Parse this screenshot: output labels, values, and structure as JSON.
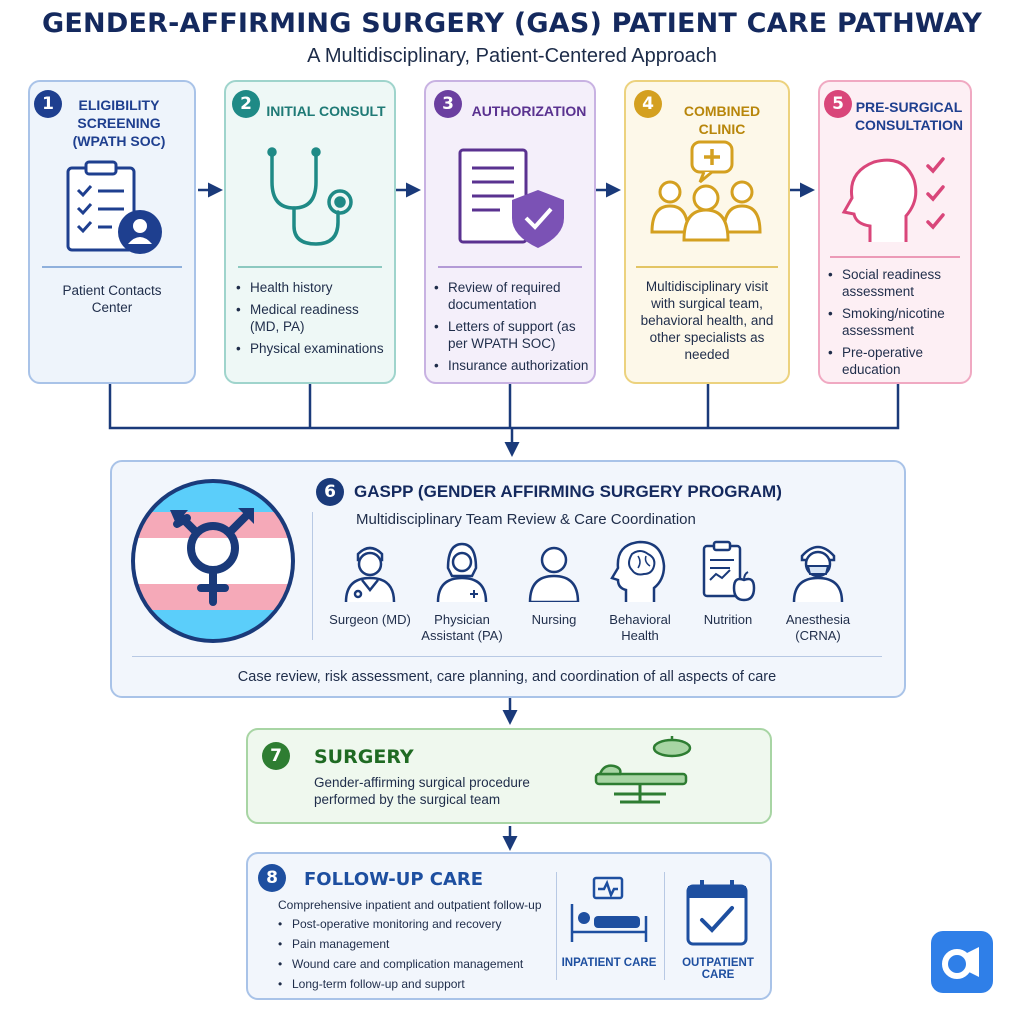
{
  "header": {
    "title": "GENDER-AFFIRMING SURGERY (GAS) PATIENT CARE PATHWAY",
    "subtitle": "A Multidisciplinary, Patient-Centered Approach"
  },
  "steps": [
    {
      "number": "1",
      "title": "ELIGIBILITY SCREENING (WPATH SOC)",
      "text": "Patient Contacts Center",
      "color": "#1e3f8f",
      "icon": "clipboard-checklist-icon"
    },
    {
      "number": "2",
      "title": "INITIAL CONSULT",
      "bullets": [
        "Health history",
        "Medical readiness (MD, PA)",
        "Physical examinations"
      ],
      "color": "#1f8a86",
      "icon": "stethoscope-icon"
    },
    {
      "number": "3",
      "title": "AUTHORIZATION",
      "bullets": [
        "Review of required documentation",
        "Letters of support (as per WPATH SOC)",
        "Insurance authorization"
      ],
      "color": "#6b3fa0",
      "icon": "document-shield-icon"
    },
    {
      "number": "4",
      "title": "COMBINED CLINIC",
      "text": "Multidisciplinary visit with surgical team, behavioral health, and other specialists as needed",
      "color": "#d4a020",
      "icon": "team-medical-icon"
    },
    {
      "number": "5",
      "title": "PRE-SURGICAL CONSULTATION",
      "bullets": [
        "Social readiness assessment",
        "Smoking/nicotine assessment",
        "Pre-operative education"
      ],
      "color": "#d9467a",
      "icon": "head-checklist-icon"
    }
  ],
  "gaspp": {
    "number": "6",
    "title": "GASPP (GENDER AFFIRMING SURGERY PROGRAM)",
    "subtitle": "Multidisciplinary Team Review & Care Coordination",
    "team": [
      {
        "label": "Surgeon (MD)",
        "icon": "surgeon-icon"
      },
      {
        "label": "Physician Assistant (PA)",
        "icon": "physician-assistant-icon"
      },
      {
        "label": "Nursing",
        "icon": "nurse-icon"
      },
      {
        "label": "Behavioral Health",
        "icon": "brain-head-icon"
      },
      {
        "label": "Nutrition",
        "icon": "nutrition-clipboard-icon"
      },
      {
        "label": "Anesthesia (CRNA)",
        "icon": "anesthesia-icon"
      }
    ],
    "footer": "Case review, risk assessment, care planning, and coordination of all aspects of care",
    "color": "#1a3a7a",
    "flag_colors": [
      "#5bcefa",
      "#f5a9b8",
      "#ffffff"
    ]
  },
  "surgery": {
    "number": "7",
    "title": "SURGERY",
    "text": "Gender-affirming surgical procedure performed by the surgical team",
    "color": "#2e7d32",
    "icon": "operating-table-icon"
  },
  "followup": {
    "number": "8",
    "title": "FOLLOW-UP CARE",
    "intro": "Comprehensive inpatient and outpatient follow-up",
    "bullets": [
      "Post-operative monitoring and recovery",
      "Pain management",
      "Wound care and complication management",
      "Long-term follow-up and support"
    ],
    "inpatient_label": "INPATIENT CARE",
    "outpatient_label": "OUTPATIENT CARE",
    "color": "#1e4fa0"
  }
}
